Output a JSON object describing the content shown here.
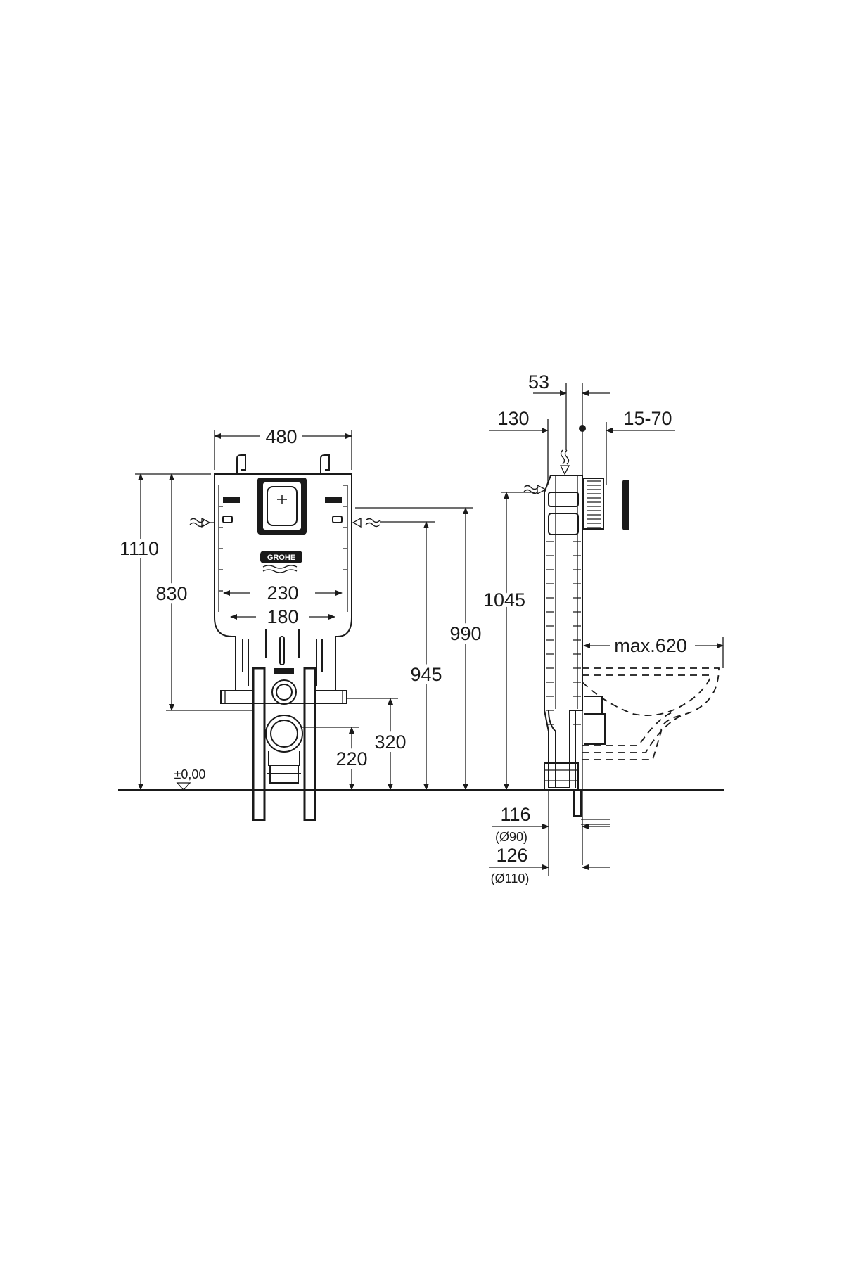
{
  "front_view": {
    "dimensions": {
      "width_480": "480",
      "height_1110": "1110",
      "height_830": "830",
      "spacing_230": "230",
      "spacing_180": "180",
      "height_990": "990",
      "height_945": "945",
      "height_320": "320",
      "height_220": "220"
    },
    "floor_level": "±0,00",
    "brand_logo": "GROHE"
  },
  "side_view": {
    "dimensions": {
      "depth_53": "53",
      "depth_130": "130",
      "wall_15_70": "15-70",
      "height_1045": "1045",
      "max_620": "max.620",
      "offset_116": "116",
      "pipe_90": "(Ø90)",
      "offset_126": "126",
      "pipe_110": "(Ø110)"
    }
  },
  "icons": [
    "water-inlet-icon",
    "arrow-icon",
    "floor-level-icon",
    "flush-plate-icon"
  ]
}
